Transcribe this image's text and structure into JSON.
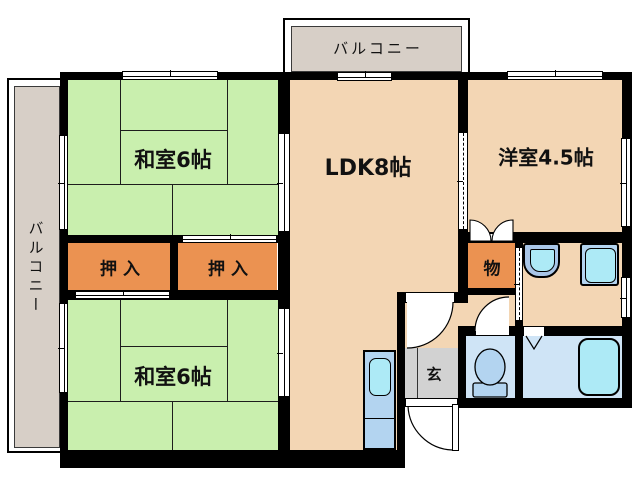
{
  "colors": {
    "tatami": "#c9efae",
    "wood": "#f3d6b4",
    "closet": "#eb9251",
    "balcony": "#d7cfc7",
    "genkan": "#d2d2d2",
    "bath-floor": "#cfe4f6",
    "fixture-blue": "#b3d4f0",
    "fixture-cyan": "#adeaf6",
    "basin-blue": "#a9c6e8",
    "wall": "#000000"
  },
  "rooms": {
    "balcony_top": {
      "label": "バルコニー"
    },
    "balcony_left": {
      "label": "バルコニー"
    },
    "washitsu_top": {
      "label": "和室6帖"
    },
    "washitsu_bottom": {
      "label": "和室6帖"
    },
    "ldk": {
      "label": "LDK8帖"
    },
    "yoshitsu": {
      "label": "洋室4.5帖"
    },
    "oshiire_left": {
      "label": "押入"
    },
    "oshiire_right": {
      "label": "押入"
    },
    "storage": {
      "label": "物"
    },
    "genkan": {
      "label": "玄"
    }
  },
  "fixtures": {
    "kitchen_sink": "kitchen-sink",
    "wash_basin": "wash-basin",
    "washing_machine": "washing-machine",
    "toilet": "toilet",
    "bathtub": "bathtub"
  }
}
